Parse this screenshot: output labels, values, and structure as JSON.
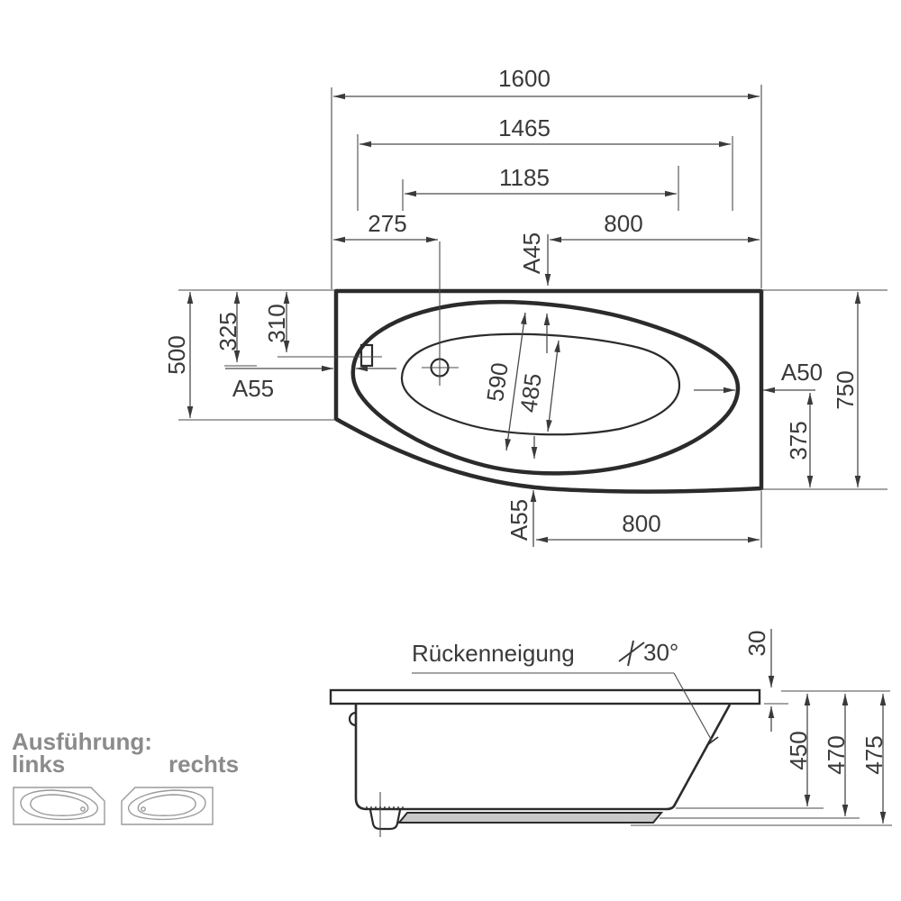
{
  "top_view": {
    "length_overall": "1600",
    "rim_length": "1465",
    "basin_length": "1185",
    "drain_from_left": "275",
    "straight_top": "800",
    "straight_bottom": "800",
    "width_left": "500",
    "drain_from_top": "325",
    "overflow_from_top": "310",
    "fitting_left": "A55",
    "fitting_top": "A45",
    "fitting_right": "A50",
    "fitting_bottom": "A55",
    "rim_width": "590",
    "basin_width": "485",
    "width_right": "750",
    "half_width": "375"
  },
  "side_view": {
    "back_slope_label": "Rückenneigung",
    "back_slope_angle": "30°",
    "rim_height": "30",
    "depth_inner": "450",
    "height_body": "470",
    "height_total": "475"
  },
  "versions": {
    "heading": "Ausführung:",
    "left_label": "links",
    "right_label": "rechts"
  }
}
